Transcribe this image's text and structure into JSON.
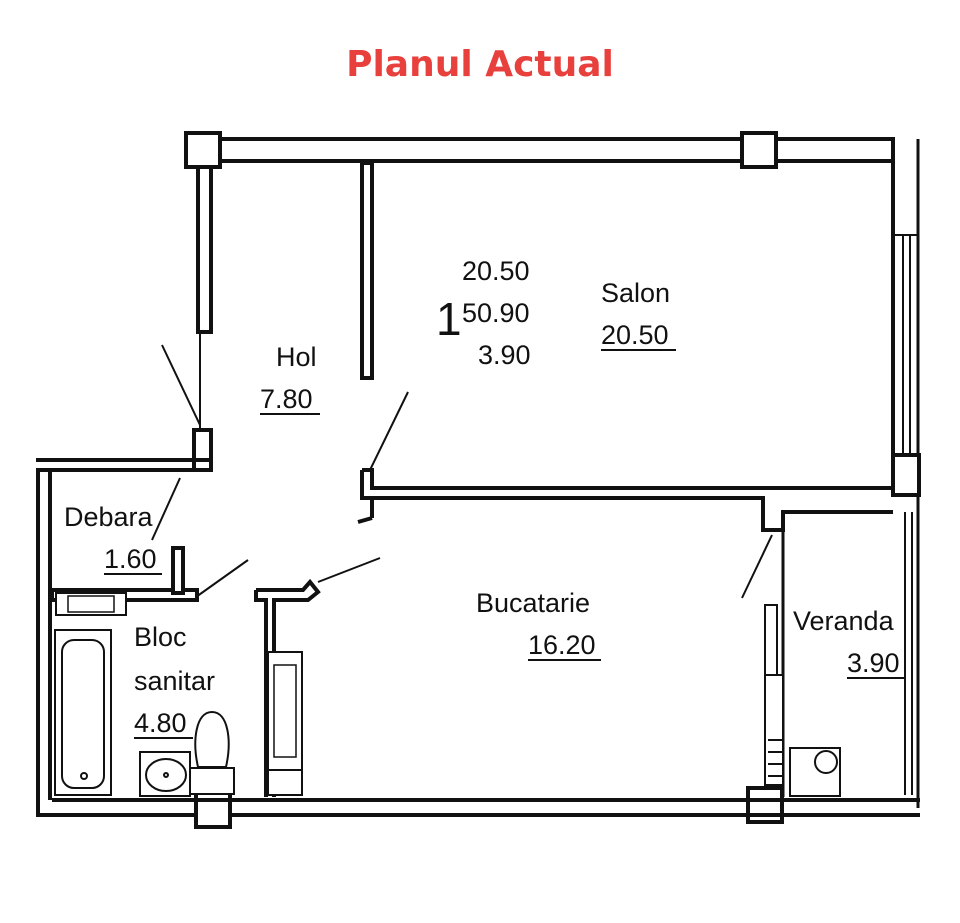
{
  "title": "Planul Actual",
  "colors": {
    "title": "#e8403d",
    "lines": "#111111"
  },
  "unit_summary": {
    "number": "1",
    "values": [
      "20.50",
      "50.90",
      "3.90"
    ]
  },
  "rooms": {
    "salon": {
      "name": "Salon",
      "area": "20.50"
    },
    "hol": {
      "name": "Hol",
      "area": "7.80"
    },
    "debara": {
      "name": "Debara",
      "area": "1.60"
    },
    "bloc_sanitar": {
      "name_line1": "Bloc",
      "name_line2": "sanitar",
      "area": "4.80"
    },
    "bucatarie": {
      "name": "Bucatarie",
      "area": "16.20"
    },
    "veranda": {
      "name": "Veranda",
      "area": "3.90"
    }
  }
}
